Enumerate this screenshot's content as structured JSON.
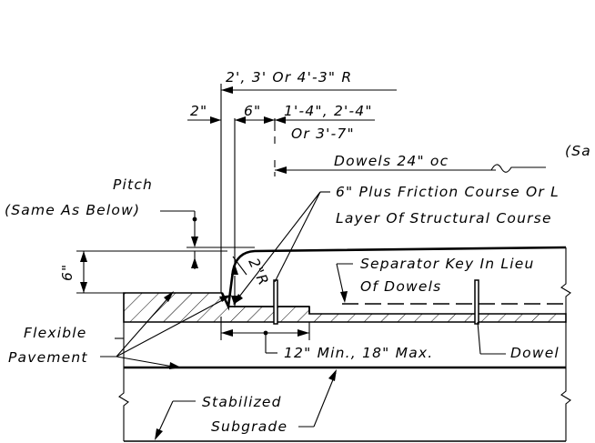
{
  "labels": {
    "radius_options": "2', 3' Or 4'-3\" R",
    "dim_2in": "2\"",
    "dim_6in": "6\"",
    "dim_options_line1": "1'-4\", 2'-4\"",
    "dim_options_line2": "Or 3'-7\"",
    "same_as_truncated": "(Sa",
    "dowels_spacing": "Dowels 24\" oc",
    "pitch": "Pitch",
    "same_as_below": "(Same As Below)",
    "friction_course_line1": "6\" Plus Friction Course Or L",
    "friction_course_line2": "Layer Of Structural Course",
    "depth_6in": "6\"",
    "radius_2in": "2\"R",
    "separator_key_line1": "Separator Key In Lieu",
    "separator_key_line2": "Of Dowels",
    "flexible": "Flexible",
    "pavement": "Pavement",
    "min_max": "12\" Min.,   18\" Max.",
    "dowel": "Dowel",
    "stabilized": "Stabilized",
    "subgrade": "Subgrade"
  }
}
